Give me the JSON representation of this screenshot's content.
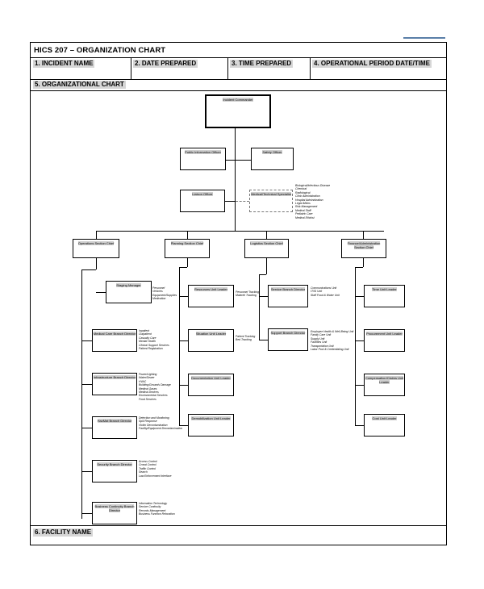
{
  "form": {
    "title": "HICS 207 – ORGANIZATION CHART",
    "fields": [
      {
        "label": "1. INCIDENT NAME"
      },
      {
        "label": "2. DATE PREPARED"
      },
      {
        "label": "3. TIME PREPARED"
      },
      {
        "label": "4. OPERATIONAL PERIOD DATE/TIME"
      }
    ],
    "section5": "5. ORGANIZATIONAL CHART",
    "section6": "6. FACILITY NAME"
  },
  "chart": {
    "commander": "Incident Commander",
    "command_staff": {
      "pio": "Public Information Officer",
      "safety": "Safety Officer",
      "liaison": "Liaison Officer",
      "med_tech": "Medical/Technical Specialist",
      "med_tech_notes": [
        "Biological/Infectious Disease",
        "Chemical",
        "Radiological",
        "Clinic Administration",
        "Hospital Administration",
        "Legal Affairs",
        "Risk Management",
        "Medical Staff",
        "Pediatric Care",
        "Medical Ethicist"
      ]
    },
    "sections": [
      {
        "label": "Operations Section Chief"
      },
      {
        "label": "Planning Section Chief"
      },
      {
        "label": "Logistics Section Chief"
      },
      {
        "label": "Finance/Administration Section Chief"
      }
    ],
    "operations": {
      "staging": "Staging Manager",
      "staging_notes": [
        "Personnel",
        "Vehicles",
        "Equipment/Supplies",
        "Medication"
      ],
      "branches": [
        {
          "label": "Medical Care Branch Director",
          "notes": [
            "Inpatient",
            "Outpatient",
            "Casualty Care",
            "Mental Health",
            "Clinical Support Services",
            "Patient Registration"
          ]
        },
        {
          "label": "Infrastructure Branch Director",
          "notes": [
            "Power/Lighting",
            "Water/Sewer",
            "HVAC",
            "Building/Grounds Damage",
            "Medical Gases",
            "Medical Devices",
            "Environmental Services",
            "Food Services"
          ]
        },
        {
          "label": "HazMat Branch Director",
          "notes": [
            "Detection and Monitoring",
            "Spill Response",
            "Victim Decontamination",
            "Facility/Equipment Decontamination"
          ]
        },
        {
          "label": "Security Branch Director",
          "notes": [
            "Access Control",
            "Crowd Control",
            "Traffic Control",
            "Search",
            "Law Enforcement Interface"
          ]
        },
        {
          "label": "Business Continuity Branch Director",
          "notes": [
            "Information Technology",
            "Service Continuity",
            "Records Management",
            "Business Function Relocation"
          ]
        }
      ]
    },
    "planning": [
      {
        "label": "Resources Unit Leader",
        "notes": [
          "Personnel Tracking",
          "Materiel Tracking"
        ]
      },
      {
        "label": "Situation Unit Leader",
        "notes": [
          "Patient Tracking",
          "Bed Tracking"
        ]
      },
      {
        "label": "Documentation Unit Leader",
        "notes": []
      },
      {
        "label": "Demobilization Unit Leader",
        "notes": []
      }
    ],
    "logistics": [
      {
        "label": "Service Branch Director",
        "notes": [
          "Communications Unit",
          "IT/IS Unit",
          "Staff Food & Water Unit"
        ]
      },
      {
        "label": "Support Branch Director",
        "notes": [
          "Employee Health & Well-Being Unit",
          "Family Care Unit",
          "Supply Unit",
          "Facilities Unit",
          "Transportation Unit",
          "Labor Pool & Credentialing Unit"
        ]
      }
    ],
    "finance": [
      {
        "label": "Time Unit Leader"
      },
      {
        "label": "Procurement Unit Leader"
      },
      {
        "label": "Compensation/Claims Unit Leader"
      },
      {
        "label": "Cost Unit Leader"
      }
    ]
  }
}
